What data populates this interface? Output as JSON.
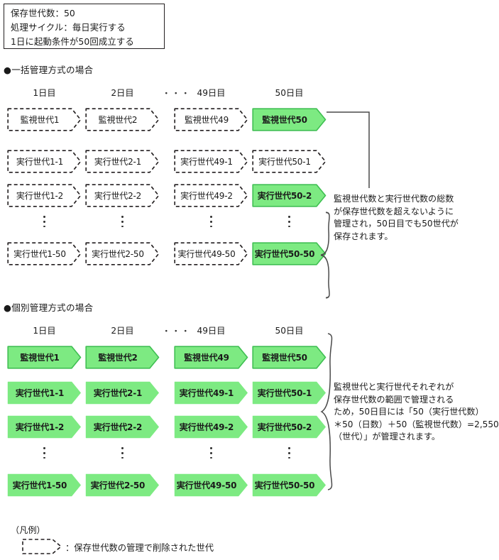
{
  "info_box": {
    "lines": [
      "保存世代数：50",
      "処理サイクル：毎日実行する",
      "1日に起動条件が50回成立する"
    ]
  },
  "colors": {
    "green_fill": "#7dea82",
    "green_border": "#3fbf52",
    "line": "#231f20",
    "text": "#1a1a1a"
  },
  "column_headers": {
    "day1": "1日目",
    "day2": "2日目",
    "ellipsis": "・・・",
    "day49": "49日目",
    "day50": "50日目"
  },
  "sections": [
    {
      "heading": "●一括管理方式の場合",
      "rows": [
        {
          "kind": "boxes",
          "cells": [
            {
              "label": "監視世代1",
              "state": "deleted"
            },
            {
              "label": "監視世代2",
              "state": "deleted"
            },
            {
              "label": "監視世代49",
              "state": "deleted"
            },
            {
              "label": "監視世代50",
              "state": "kept"
            }
          ]
        },
        {
          "kind": "boxes",
          "cells": [
            {
              "label": "実行世代1-1",
              "state": "deleted"
            },
            {
              "label": "実行世代2-1",
              "state": "deleted"
            },
            {
              "label": "実行世代49-1",
              "state": "deleted"
            },
            {
              "label": "実行世代50-1",
              "state": "deleted"
            }
          ]
        },
        {
          "kind": "boxes",
          "cells": [
            {
              "label": "実行世代1-2",
              "state": "deleted"
            },
            {
              "label": "実行世代2-2",
              "state": "deleted"
            },
            {
              "label": "実行世代49-2",
              "state": "deleted"
            },
            {
              "label": "実行世代50-2",
              "state": "kept"
            }
          ]
        },
        {
          "kind": "ellipsis"
        },
        {
          "kind": "boxes",
          "cells": [
            {
              "label": "実行世代1-50",
              "state": "deleted"
            },
            {
              "label": "実行世代2-50",
              "state": "deleted"
            },
            {
              "label": "実行世代49-50",
              "state": "deleted"
            },
            {
              "label": "実行世代50-50",
              "state": "kept"
            }
          ]
        }
      ],
      "note_lines": [
        "監視世代数と実行世代数の総数",
        "が保存世代数を超えないように",
        "管理され，50日目でも50世代が",
        "保存されます。"
      ]
    },
    {
      "heading": "●個別管理方式の場合",
      "rows": [
        {
          "kind": "boxes",
          "cells": [
            {
              "label": "監視世代1",
              "state": "kept"
            },
            {
              "label": "監視世代2",
              "state": "kept"
            },
            {
              "label": "監視世代49",
              "state": "kept"
            },
            {
              "label": "監視世代50",
              "state": "kept"
            }
          ]
        },
        {
          "kind": "boxes",
          "cells": [
            {
              "label": "実行世代1-1",
              "state": "kept-flat"
            },
            {
              "label": "実行世代2-1",
              "state": "kept-flat"
            },
            {
              "label": "実行世代49-1",
              "state": "kept-flat"
            },
            {
              "label": "実行世代50-1",
              "state": "kept-flat"
            }
          ]
        },
        {
          "kind": "boxes",
          "cells": [
            {
              "label": "実行世代1-2",
              "state": "kept-flat"
            },
            {
              "label": "実行世代2-2",
              "state": "kept-flat"
            },
            {
              "label": "実行世代49-2",
              "state": "kept-flat"
            },
            {
              "label": "実行世代50-2",
              "state": "kept-flat"
            }
          ]
        },
        {
          "kind": "ellipsis"
        },
        {
          "kind": "boxes",
          "cells": [
            {
              "label": "実行世代1-50",
              "state": "kept-flat"
            },
            {
              "label": "実行世代2-50",
              "state": "kept-flat"
            },
            {
              "label": "実行世代49-50",
              "state": "kept-flat"
            },
            {
              "label": "実行世代50-50",
              "state": "kept-flat"
            }
          ]
        }
      ],
      "note_lines": [
        "監視世代と実行世代それぞれが",
        "保存世代数の範囲で管理される",
        "ため，50日目には「50（実行世代数）",
        "＊50（日数）＋50（監視世代数）=2,550",
        "（世代）」が管理されます。"
      ]
    }
  ],
  "legend": {
    "title": "（凡例）",
    "text": "：保存世代数の管理で削除された世代"
  }
}
